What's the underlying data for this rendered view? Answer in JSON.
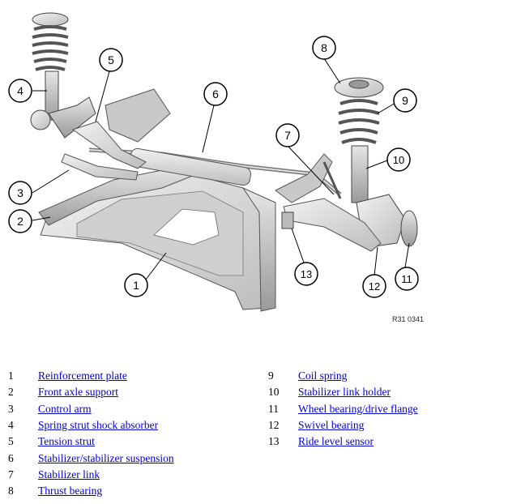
{
  "figure": {
    "code": "R31 0341",
    "callouts": [
      "1",
      "2",
      "3",
      "4",
      "5",
      "6",
      "7",
      "8",
      "9",
      "10",
      "11",
      "12",
      "13"
    ]
  },
  "legend": {
    "items": [
      {
        "num": "1",
        "label": "Reinforcement plate"
      },
      {
        "num": "2",
        "label": "Front axle support"
      },
      {
        "num": "3",
        "label": "Control arm"
      },
      {
        "num": "4",
        "label": "Spring strut shock absorber"
      },
      {
        "num": "5",
        "label": "Tension strut"
      },
      {
        "num": "6",
        "label": "Stabilizer/stabilizer suspension"
      },
      {
        "num": "7",
        "label": "Stabilizer link"
      },
      {
        "num": "8",
        "label": "Thrust bearing"
      },
      {
        "num": "9",
        "label": "Coil spring"
      },
      {
        "num": "10",
        "label": "Stabilizer link holder"
      },
      {
        "num": "11",
        "label": "Wheel bearing/drive flange"
      },
      {
        "num": "12",
        "label": "Swivel bearing"
      },
      {
        "num": "13",
        "label": "Ride level sensor"
      }
    ]
  }
}
